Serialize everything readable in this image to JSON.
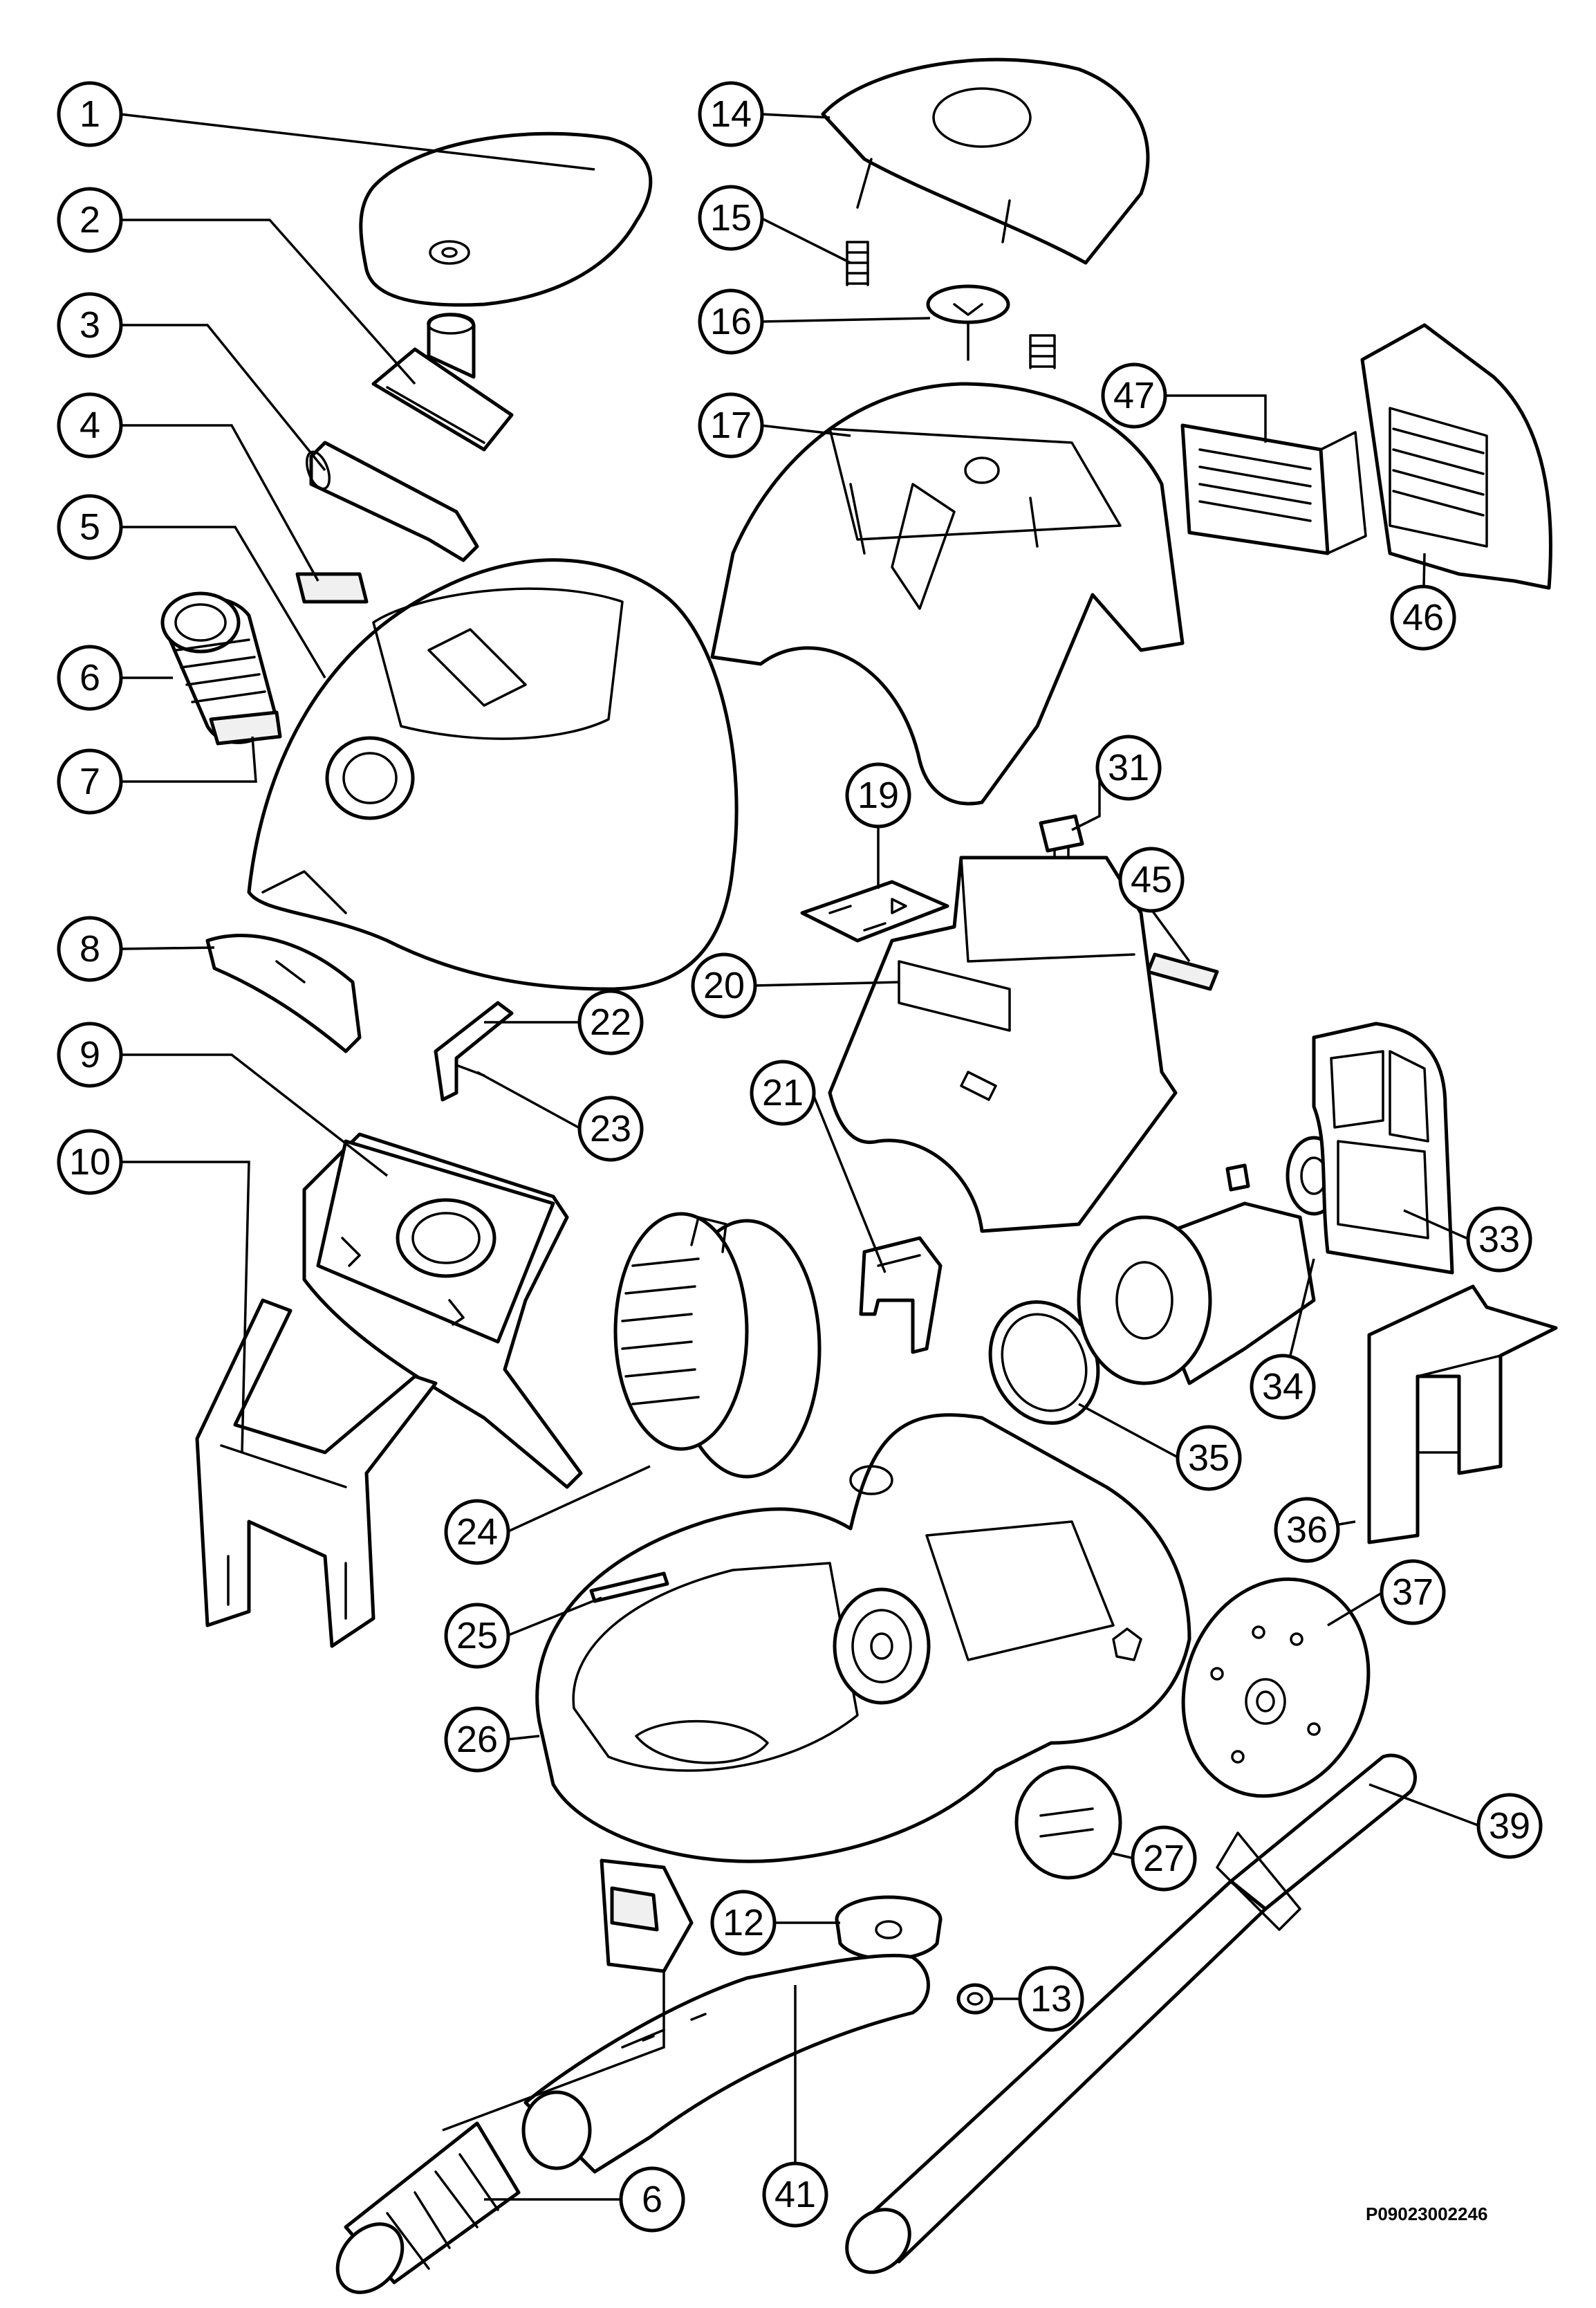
{
  "diagram": {
    "reference_code": "P09023002246",
    "callouts": [
      "1",
      "2",
      "3",
      "4",
      "5",
      "6",
      "7",
      "8",
      "9",
      "10",
      "12",
      "13",
      "14",
      "15",
      "16",
      "17",
      "19",
      "20",
      "21",
      "22",
      "23",
      "24",
      "25",
      "26",
      "27",
      "31",
      "33",
      "34",
      "35",
      "36",
      "37",
      "39",
      "41",
      "45",
      "46",
      "47",
      "6"
    ]
  }
}
